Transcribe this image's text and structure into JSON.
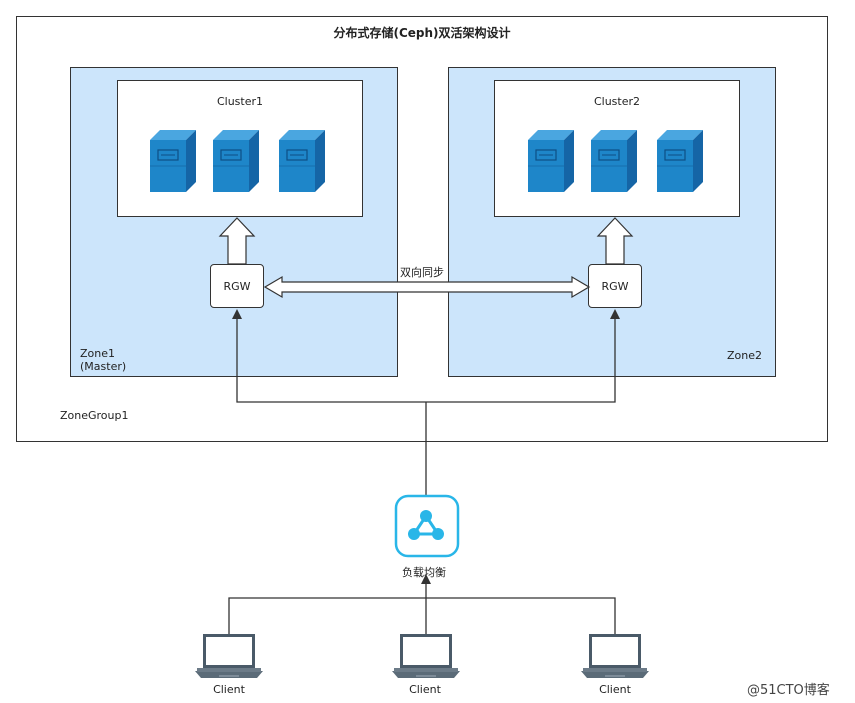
{
  "diagram": {
    "title": "分布式存储(Ceph)双活架构设计",
    "zonegroup_label": "ZoneGroup1",
    "zone1": {
      "label_line1": "Zone1",
      "label_line2": "(Master)",
      "cluster_label": "Cluster1",
      "rgw_label": "RGW"
    },
    "zone2": {
      "label": "Zone2",
      "cluster_label": "Cluster2",
      "rgw_label": "RGW"
    },
    "sync_label": "双向同步",
    "load_balancer_label": "负载均衡",
    "clients": [
      "Client",
      "Client",
      "Client"
    ],
    "watermark": "@51CTO博客"
  },
  "colors": {
    "zone_fill": "#cce5fb",
    "server_front": "#1e86c9",
    "server_side": "#1565a6",
    "server_top": "#4aa6e0",
    "lb_icon": "#29b6e8"
  },
  "icons": {
    "server": "server-icon",
    "load_balancer": "load-balancer-icon",
    "laptop": "laptop-icon"
  }
}
